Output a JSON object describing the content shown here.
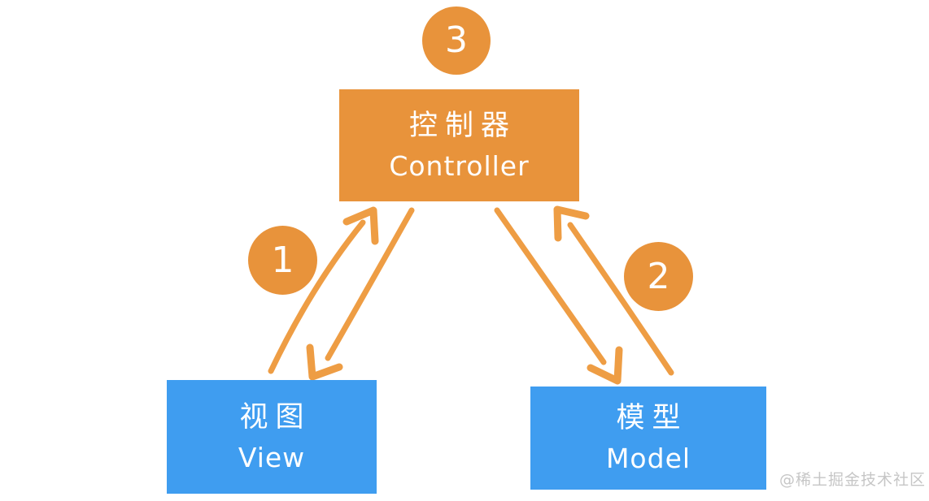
{
  "diagram": {
    "nodes": {
      "controller": {
        "zh": "控制器",
        "en": "Controller"
      },
      "view": {
        "zh": "视图",
        "en": "View"
      },
      "model": {
        "zh": "模型",
        "en": "Model"
      }
    },
    "step_badges": {
      "view_controller": "1",
      "model_controller": "2",
      "controller": "3"
    },
    "colors": {
      "node_orange": "#E8933B",
      "arrow_orange": "#EE9D44",
      "node_blue": "#3F9DF0",
      "watermark_gray": "#C6C6C6",
      "text_white": "#FFFFFF"
    }
  },
  "watermark": {
    "text": "@稀土掘金技术社区"
  }
}
